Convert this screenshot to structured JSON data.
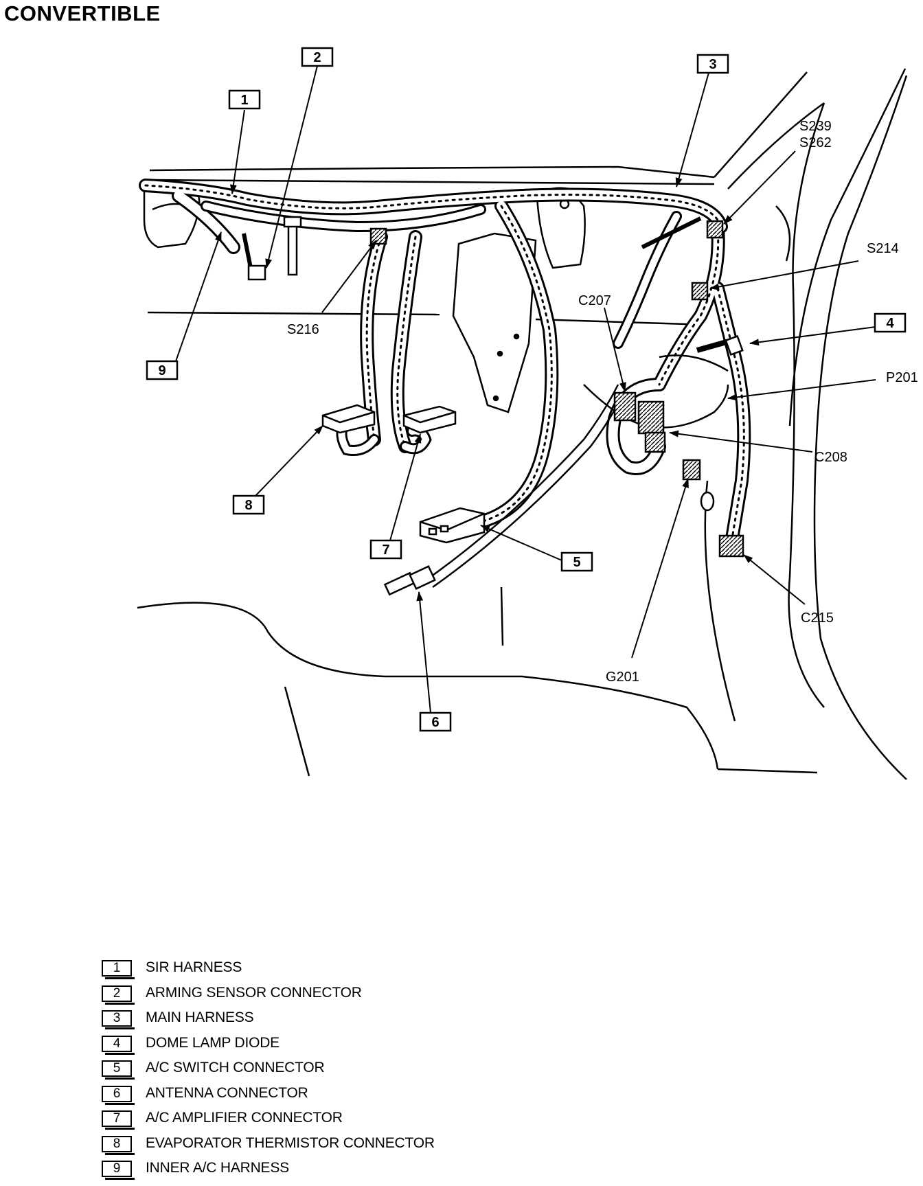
{
  "title": "CONVERTIBLE",
  "callouts": [
    {
      "num": "1",
      "desc": "SIR HARNESS"
    },
    {
      "num": "2",
      "desc": "ARMING SENSOR CONNECTOR"
    },
    {
      "num": "3",
      "desc": "MAIN HARNESS"
    },
    {
      "num": "4",
      "desc": "DOME LAMP DIODE"
    },
    {
      "num": "5",
      "desc": "A/C SWITCH CONNECTOR"
    },
    {
      "num": "6",
      "desc": "ANTENNA CONNECTOR"
    },
    {
      "num": "7",
      "desc": "A/C AMPLIFIER CONNECTOR"
    },
    {
      "num": "8",
      "desc": "EVAPORATOR THERMISTOR CONNECTOR"
    },
    {
      "num": "9",
      "desc": "INNER A/C HARNESS"
    }
  ],
  "labels": {
    "s239": "S239",
    "s262": "S262",
    "s214": "S214",
    "s216": "S216",
    "c207": "C207",
    "p201": "P201",
    "c208": "C208",
    "c215": "C215",
    "g201": "G201"
  }
}
